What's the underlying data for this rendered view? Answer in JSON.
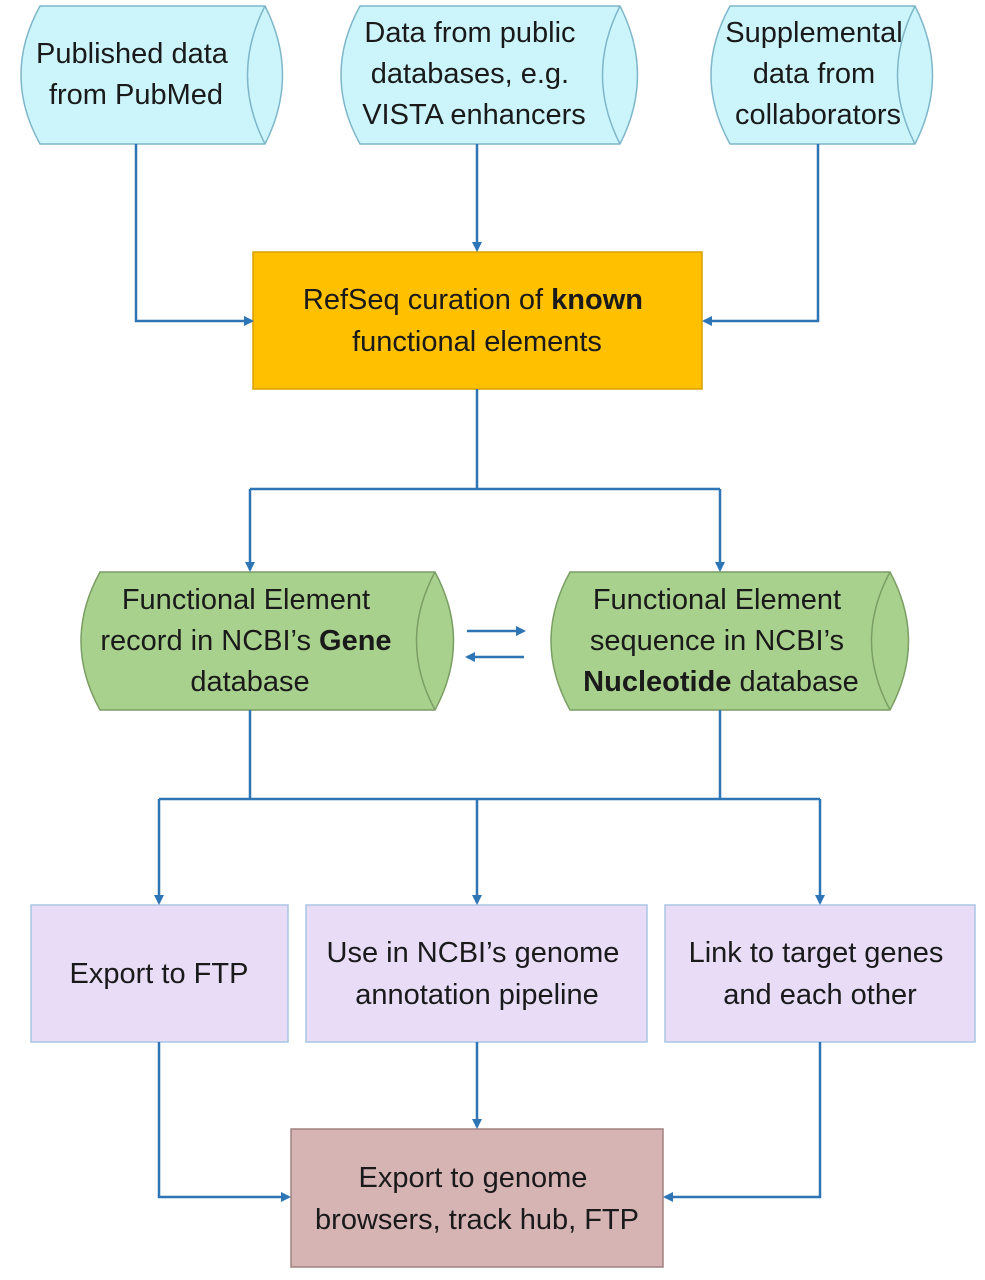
{
  "colors": {
    "source": "#ccf5fb",
    "source_stroke": "#7fb6c9",
    "curation": "#ffc000",
    "curation_stroke": "#d9a000",
    "record": "#a9d18e",
    "record_stroke": "#7a9e63",
    "use": "#e8dcf7",
    "use_stroke": "#a9c6e4",
    "final": "#d6b4b4",
    "final_stroke": "#a08080",
    "arrow": "#2e75b6"
  },
  "sources": {
    "pubmed": [
      "Published data",
      "from PubMed"
    ],
    "public_db": [
      "Data from public",
      "databases, e.g.",
      "VISTA enhancers"
    ],
    "collaborators": [
      "Supplemental",
      "data from",
      "collaborators"
    ]
  },
  "curation": {
    "line1_prefix": "RefSeq curation of ",
    "line1_bold": "known",
    "line2": "functional elements"
  },
  "gene_record": {
    "line1": "Functional Element",
    "line2_prefix": "record in NCBI’s ",
    "line2_bold": "Gene",
    "line3": "database"
  },
  "nucleotide_record": {
    "line1": "Functional Element",
    "line2": "sequence in NCBI’s",
    "line3_bold": "Nucleotide",
    "line3_suffix": " database"
  },
  "uses": {
    "ftp": [
      "Export to FTP"
    ],
    "annotation": [
      "Use in NCBI’s genome",
      "annotation pipeline"
    ],
    "link": [
      "Link to target genes",
      "and each other"
    ]
  },
  "final": [
    "Export to genome",
    "browsers, track hub, FTP"
  ]
}
